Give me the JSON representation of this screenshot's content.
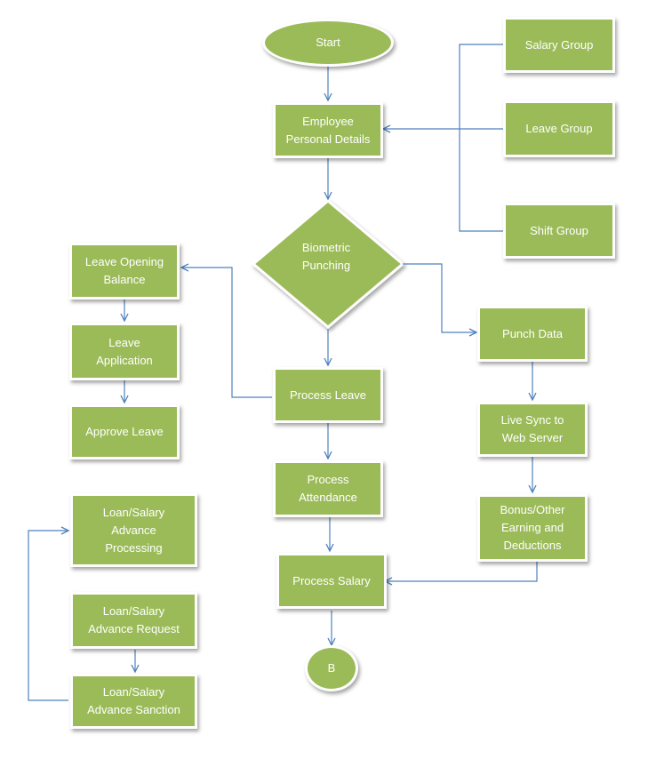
{
  "diagram": {
    "colors": {
      "node_fill": "#9bbb59",
      "node_text": "#ffffff",
      "connector": "#4f81bd"
    },
    "nodes": {
      "start": "Start",
      "employee": "Employee\nPersonal Details",
      "salary_group": "Salary Group",
      "leave_group": "Leave Group",
      "shift_group": "Shift Group",
      "biometric": "Biometric\nPunching",
      "leave_opening": "Leave Opening\nBalance",
      "leave_application": "Leave\nApplication",
      "approve_leave": "Approve Leave",
      "process_leave": "Process Leave",
      "punch_data": "Punch Data",
      "live_sync": "Live Sync to\nWeb Server",
      "process_attendance": "Process\nAttendance",
      "bonus": "Bonus/Other\nEarning and\nDeductions",
      "loan_processing": "Loan/Salary\nAdvance\nProcessing",
      "process_salary": "Process Salary",
      "loan_request": "Loan/Salary\nAdvance Request",
      "loan_sanction": "Loan/Salary\nAdvance Sanction",
      "end": "B"
    }
  }
}
